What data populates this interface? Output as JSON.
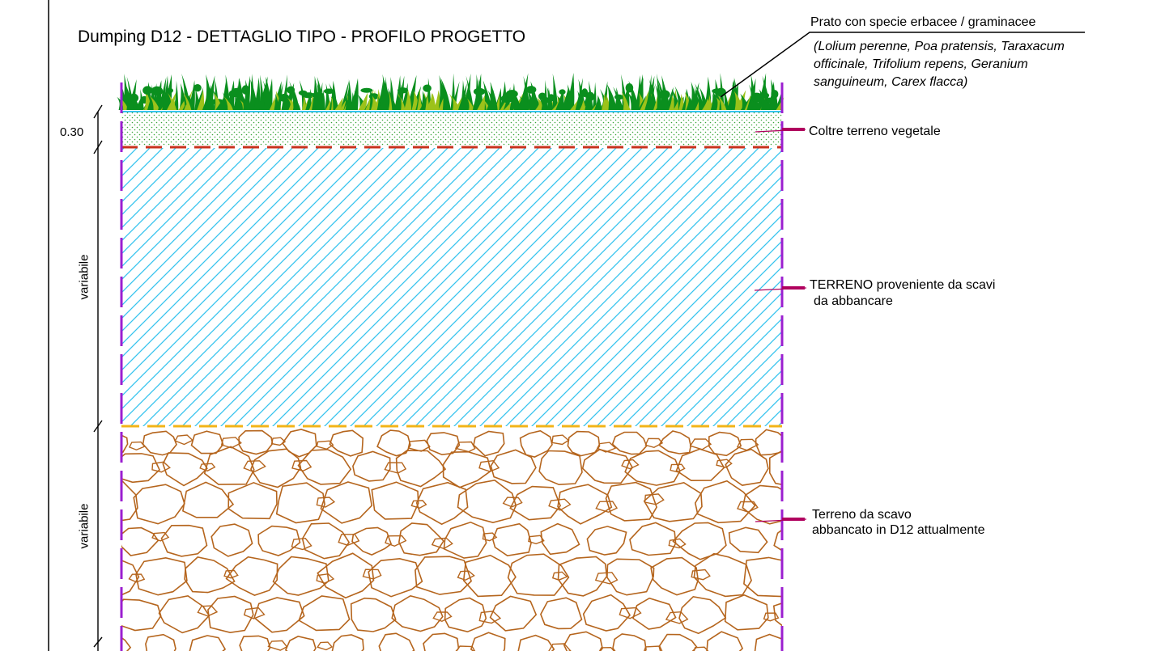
{
  "title": "Dumping D12 - DETTAGLIO TIPO - PROFILO PROGETTO",
  "labels": {
    "prato": "Prato con specie erbacee / graminacee",
    "species_line1": "(Lolium perenne, Poa pratensis, Taraxacum",
    "species_line2": "officinale, Trifolium repens, Geranium",
    "species_line3": "sanguineum, Carex flacca)",
    "coltre": "Coltre terreno vegetale",
    "terreno_line1": "TERRENO proveniente da scavi",
    "terreno_line2": "da abbancare",
    "scavo_line1": "Terreno da scavo",
    "scavo_line2": "abbancato in D12 attualmente"
  },
  "dimensions": {
    "topsoil": "0.30",
    "middle": "variabile",
    "bottom": "variabile"
  },
  "colors": {
    "grass_dark": "#0a8f1e",
    "grass_light": "#9cc21a",
    "topsoil_dots": "#3aa53a",
    "hatch": "#35c3ee",
    "red_dash": "#c8321e",
    "yellow_dash": "#f2b418",
    "stones": "#b5651d",
    "purple": "#9b1fd0",
    "leader": "#b0005e"
  }
}
